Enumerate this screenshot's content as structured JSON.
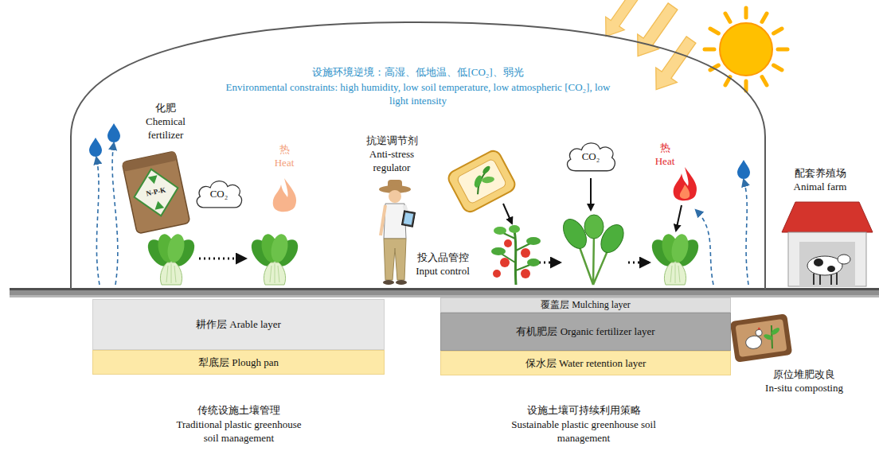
{
  "diagram": {
    "nodes": [
      {
        "text": [
          "设施环境逆境：高湿、低地温、低[CO₂]、弱光",
          "Environmental constraints: high humidity, low soil temperature, low atmospheric [CO₂], low light intensity"
        ]
      },
      {
        "text": [
          "CO₂"
        ],
        "in": 0
      },
      {
        "text": [
          "CO₂"
        ],
        "in": 0
      },
      {
        "text": [
          "耕作层 Arable layer"
        ]
      },
      {
        "text": [
          "犁底层 Plough pan"
        ]
      },
      {
        "text": [
          "覆盖层 Mulching layer"
        ]
      },
      {
        "text": [
          "有机肥层 Organic fertilizer layer"
        ]
      },
      {
        "text": [
          "保水层 Water retention layer"
        ]
      }
    ],
    "labels": [
      "化肥",
      "Chemical fertilizer",
      "N-P-K",
      "热",
      "Heat",
      "抗逆调节剂",
      "Anti-stress regulator",
      "投入品管控",
      "Input control",
      "热",
      "Heat",
      "配套养殖场",
      "Animal farm",
      "原位堆肥改良",
      "In-situ composting",
      "传统设施土壤管理",
      "Traditional plastic greenhouse soil management",
      "设施土壤可持续利用策略",
      "Sustainable plastic greenhouse soil management"
    ]
  }
}
